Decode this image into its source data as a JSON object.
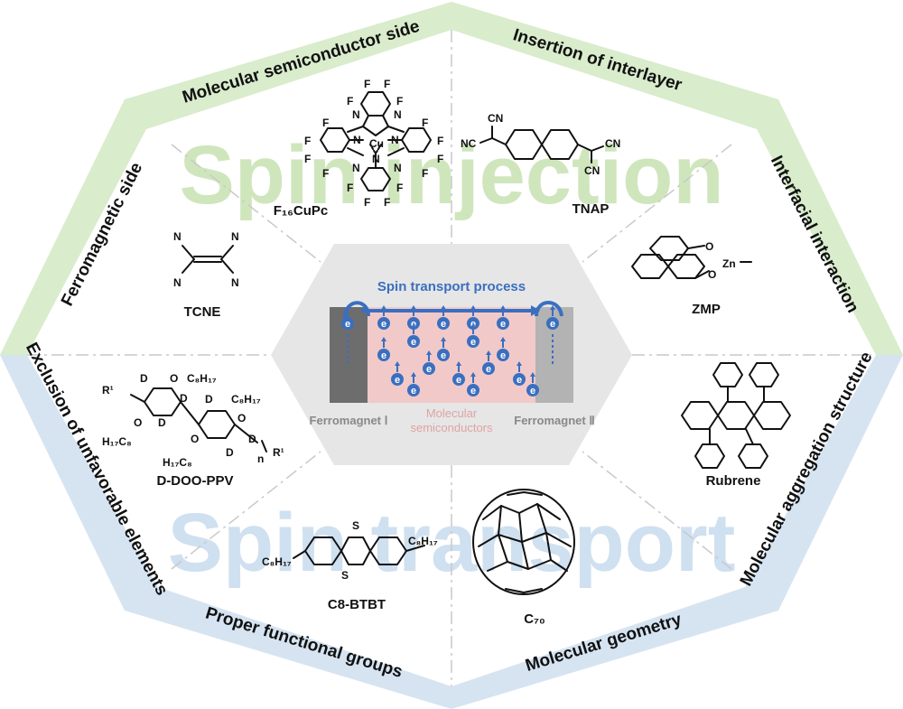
{
  "watermarks": {
    "top": "Spin injection",
    "bottom": "Spin transport"
  },
  "bands": {
    "molecular_semiconductor_side": "Molecular semiconductor side",
    "insertion_of_interlayer": "Insertion of interlayer",
    "ferromagnetic_side": "Ferromagnetic side",
    "interfacial_interaction": "Interfacial interaction",
    "exclusion_of_unfavorable_elements": "Exclusion of unfavorable elements",
    "molecular_aggregation_structure": "Molecular aggregation structure",
    "proper_functional_groups": "Proper functional groups",
    "molecular_geometry": "Molecular geometry"
  },
  "center": {
    "title": "Spin transport process",
    "left_label": "Ferromagnet Ⅰ",
    "middle_label_1": "Molecular",
    "middle_label_2": "semiconductors",
    "right_label": "Ferromagnet Ⅱ",
    "electron": "e"
  },
  "molecules": {
    "f16cupc": "F₁₆CuPc",
    "tnap": "TNAP",
    "tcne": "TCNE",
    "zmp": "ZMP",
    "dooppv": "D-DOO-PPV",
    "rubrene": "Rubrene",
    "c8btbt": "C8-BTBT",
    "c70": "C₇₀"
  },
  "atoms": {
    "F": "F",
    "N": "N",
    "Cu": "Cu",
    "CN": "CN",
    "NC": "NC",
    "O": "O",
    "Zn": "Zn",
    "D": "D",
    "S": "S",
    "R1": "R¹",
    "n": "n",
    "C8H17": "C₈H₁₇",
    "H17C8": "H₁₇C₈"
  },
  "colors": {
    "green_band": "#d9eccc",
    "blue_band": "#d6e4f2",
    "watermark_green": "#cfe6bd",
    "watermark_blue": "#cfe0f0",
    "center_hex": "#e6e6e6",
    "ferromagnet_1": "#6d6d6d",
    "ferromagnet_2": "#b3b3b3",
    "semiconductor": "#f2c9c9",
    "electron_blue": "#3a6fc0",
    "semiconductor_label": "#e0a3a3",
    "ferromagnet_label": "#888888"
  }
}
